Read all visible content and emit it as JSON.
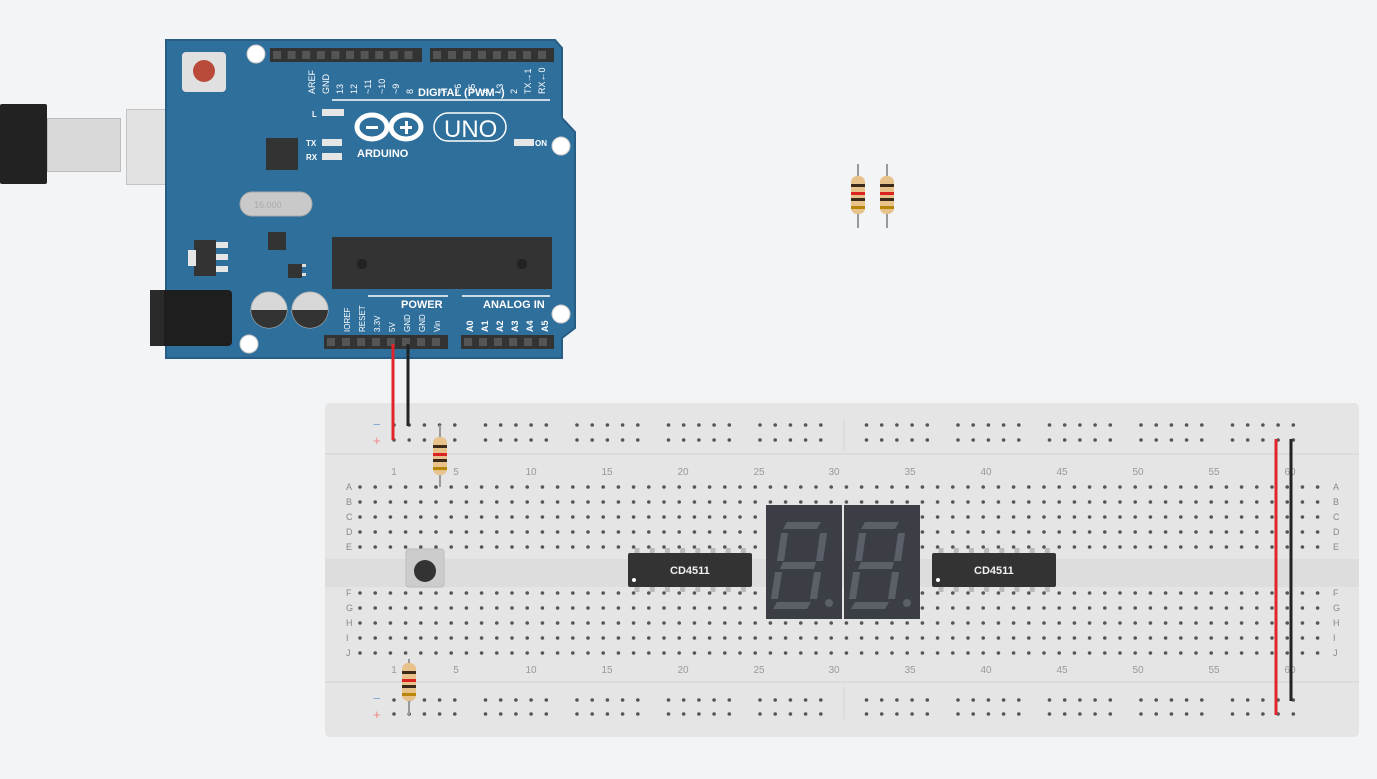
{
  "arduino": {
    "brand": "ARDUINO",
    "model": "UNO",
    "digital_header": "DIGITAL (PWM~)",
    "power_header": "POWER",
    "analog_header": "ANALOG IN",
    "led_l": "L",
    "led_tx": "TX",
    "led_rx": "RX",
    "led_on": "ON",
    "crystal_label": "16.000",
    "digital_pins": [
      "AREF",
      "GND",
      "13",
      "12",
      "~11",
      "~10",
      "~9",
      "8",
      "7",
      "~6",
      "~5",
      "4",
      "~3",
      "2",
      "TX→1",
      "RX←0"
    ],
    "power_pins": [
      "IOREF",
      "RESET",
      "3.3V",
      "5V",
      "GND",
      "GND",
      "Vin"
    ],
    "analog_pins": [
      "A0",
      "A1",
      "A2",
      "A3",
      "A4",
      "A5"
    ]
  },
  "breadboard": {
    "column_numbers": [
      "1",
      "5",
      "10",
      "15",
      "20",
      "25",
      "30",
      "35",
      "40",
      "45",
      "50",
      "55",
      "60"
    ],
    "rows_top": [
      "A",
      "B",
      "C",
      "D",
      "E"
    ],
    "rows_bottom": [
      "F",
      "G",
      "H",
      "I",
      "J"
    ],
    "rail_minus": "−",
    "rail_plus": "+"
  },
  "chips": {
    "left_label": "CD4511",
    "right_label": "CD4511"
  },
  "colors": {
    "board_blue": "#2f6f9c",
    "wire_red": "#e0262b",
    "wire_black": "#222222",
    "breadboard": "#e5e5e5",
    "display_body": "#3b3f45",
    "reset_button": "#b94a3a"
  }
}
